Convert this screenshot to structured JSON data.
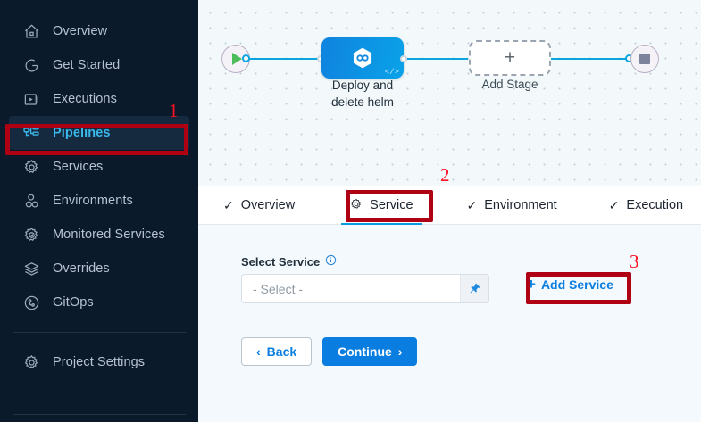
{
  "sidebar": {
    "items": [
      {
        "label": "Overview",
        "icon": "home-icon",
        "active": false
      },
      {
        "label": "Get Started",
        "icon": "get-started-icon",
        "active": false
      },
      {
        "label": "Executions",
        "icon": "executions-icon",
        "active": false
      },
      {
        "label": "Pipelines",
        "icon": "pipelines-icon",
        "active": true
      },
      {
        "label": "Services",
        "icon": "gear-icon",
        "active": false
      },
      {
        "label": "Environments",
        "icon": "environments-icon",
        "active": false
      },
      {
        "label": "Monitored Services",
        "icon": "monitored-services-icon",
        "active": false
      },
      {
        "label": "Overrides",
        "icon": "layers-icon",
        "active": false
      },
      {
        "label": "GitOps",
        "icon": "gitops-icon",
        "active": false
      }
    ],
    "footer": {
      "label": "Project Settings",
      "icon": "gear-icon"
    },
    "colors": {
      "background": "#0b1a2b",
      "active_bg": "#15293f",
      "active_text": "#3ab7ea",
      "text": "#b6c2d1"
    }
  },
  "canvas": {
    "start_node": "play-icon",
    "end_node": "stop-icon",
    "stage": {
      "label": "Deploy and\ndelete helm",
      "label_line1": "Deploy and",
      "label_line2": "delete helm",
      "icon": "harness-cd-icon",
      "badge": "</>"
    },
    "add_stage": {
      "label": "Add Stage",
      "icon": "plus-icon"
    },
    "connector_color": "#0ca5e0"
  },
  "tabs": [
    {
      "label": "Overview",
      "icon": "check-icon",
      "active": false
    },
    {
      "label": "Service",
      "icon": "service-icon",
      "active": true
    },
    {
      "label": "Environment",
      "icon": "check-icon",
      "active": false
    },
    {
      "label": "Execution",
      "icon": "check-icon",
      "active": false
    }
  ],
  "form": {
    "select_service_label": "Select Service",
    "info_icon": "info-icon",
    "select_placeholder": "- Select -",
    "pin_icon": "pin-icon",
    "add_service_label": "Add Service",
    "add_service_icon": "plus-icon",
    "back_label": "Back",
    "continue_label": "Continue"
  },
  "annotations": [
    {
      "number": "1",
      "target": "sidebar-item-pipelines"
    },
    {
      "number": "2",
      "target": "tab-service"
    },
    {
      "number": "3",
      "target": "add-service-button"
    }
  ],
  "colors": {
    "annotation_box": "#b00014",
    "annotation_number": "#ff1122",
    "primary": "#0a7ee0"
  }
}
